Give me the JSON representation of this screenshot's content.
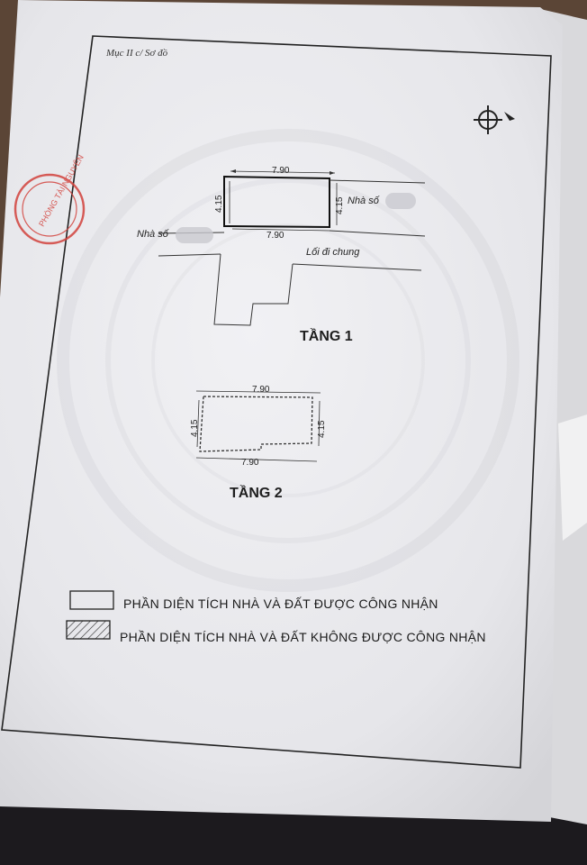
{
  "header": {
    "section": "Mục II c/ Sơ đồ"
  },
  "stamp": {
    "text": "PHÒNG TÀI NGUYÊN"
  },
  "floor1": {
    "title": "TẦNG 1",
    "width_top": "7.90",
    "width_bottom": "7.90",
    "depth_left": "4.15",
    "depth_right": "4.15",
    "neighbor_right": "Nhà số",
    "neighbor_left": "Nhà số",
    "passage": "Lối đi chung"
  },
  "floor2": {
    "title": "TẦNG 2",
    "width_top": "7.90",
    "width_bottom": "7.90",
    "depth_left": "4.15",
    "depth_right": "4.15"
  },
  "legend": {
    "recognized": "PHẦN DIỆN TÍCH  NHÀ VÀ ĐẤT ĐƯỢC CÔNG NHẬN",
    "not_recognized": "PHẦN DIỆN TÍCH  NHÀ VÀ ĐẤT KHÔNG ĐƯỢC CÔNG NHẬN"
  },
  "colors": {
    "paper": "#eeeef0",
    "ink": "#1e1e1e",
    "stamp": "#d2423c",
    "table": "#5a4436"
  }
}
